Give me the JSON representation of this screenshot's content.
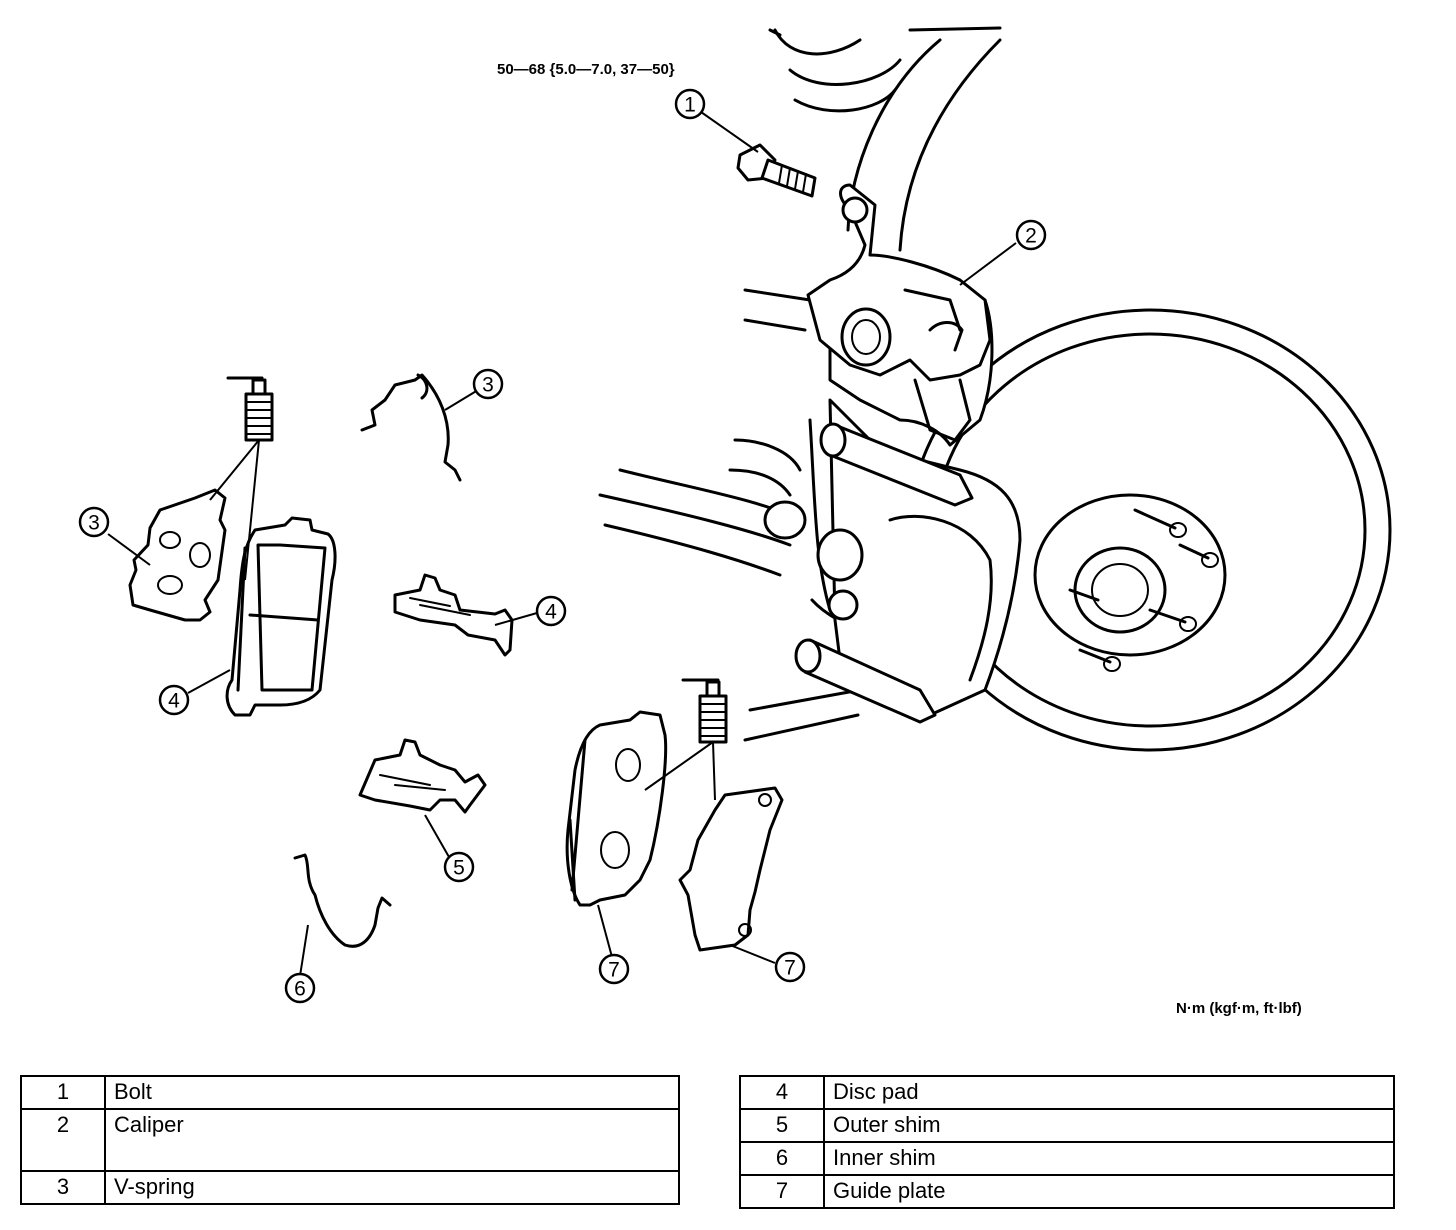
{
  "torque_spec": "50—68 {5.0—7.0, 37—50}",
  "unit_note": "N·m (kgf·m, ft·lbf)",
  "callouts": [
    "1",
    "2",
    "3",
    "3",
    "4",
    "4",
    "5",
    "6",
    "7",
    "7"
  ],
  "legend": {
    "left": [
      {
        "num": "1",
        "label": "Bolt"
      },
      {
        "num": "2",
        "label": "Caliper"
      },
      {
        "num": "3",
        "label": "V-spring"
      }
    ],
    "right": [
      {
        "num": "4",
        "label": "Disc pad"
      },
      {
        "num": "5",
        "label": "Outer shim"
      },
      {
        "num": "6",
        "label": "Inner shim"
      },
      {
        "num": "7",
        "label": "Guide plate"
      }
    ]
  }
}
